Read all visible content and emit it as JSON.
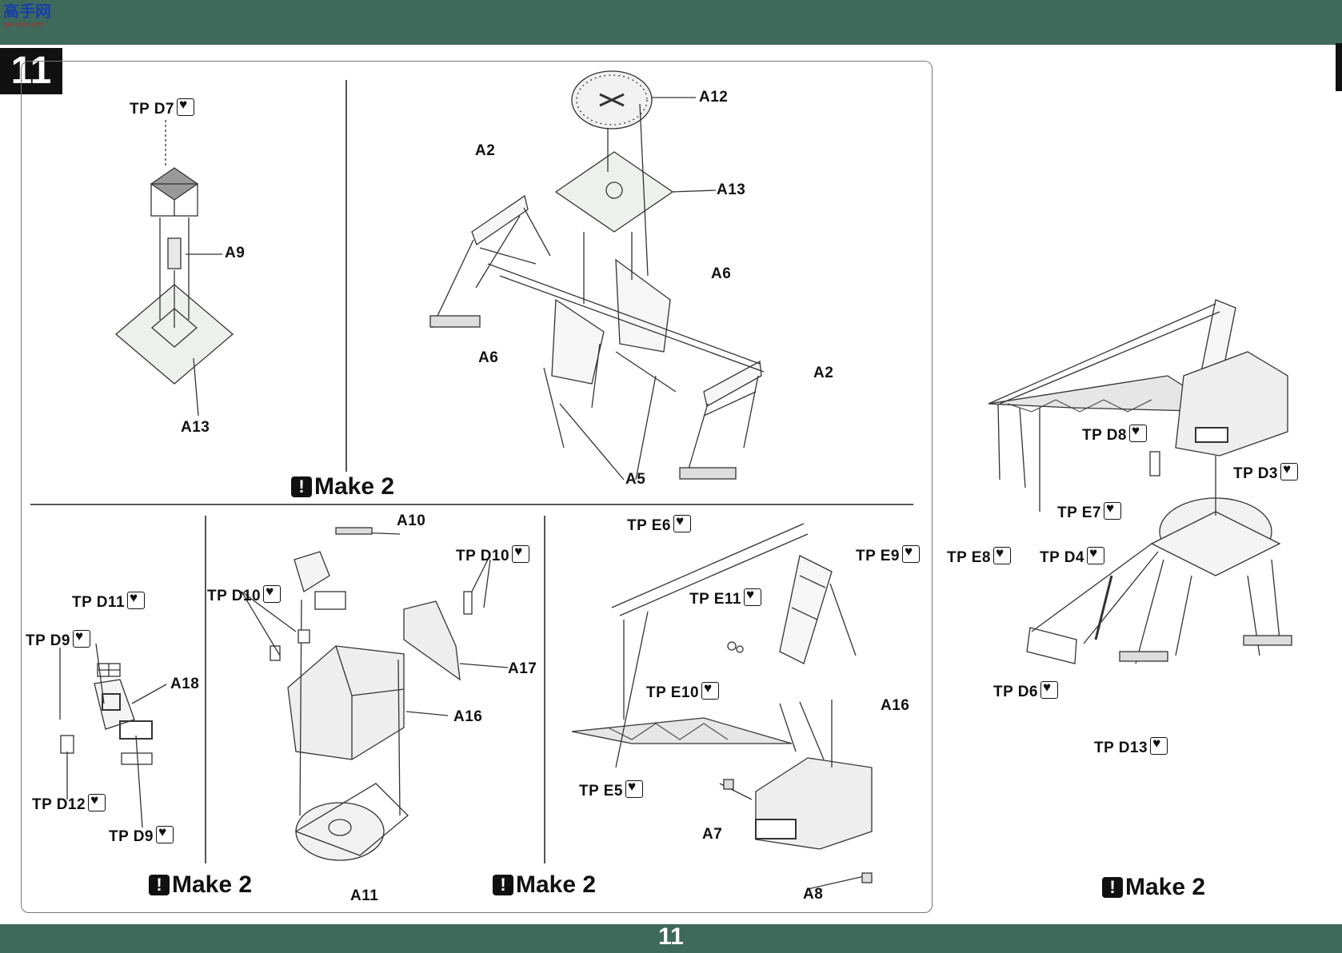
{
  "header": {
    "logo_main": "高手网",
    "logo_sub": "gao-shou.com"
  },
  "step": {
    "number": "11"
  },
  "page": {
    "number": "11"
  },
  "notes": {
    "make": "Make 2",
    "make_icon": "!"
  },
  "labels": {
    "tp_d7": "TP D7",
    "a9": "A9",
    "a13_left": "A13",
    "a12": "A12",
    "a2_top": "A2",
    "a13_mid": "A13",
    "a6_right": "A6",
    "a6_left": "A6",
    "a2_right": "A2",
    "a5": "A5",
    "tp_d11": "TP D11",
    "tp_d9_top": "TP D9",
    "a18": "A18",
    "tp_d12": "TP D12",
    "tp_d9_bottom": "TP D9",
    "a10": "A10",
    "tp_d10_left": "TP D10",
    "tp_d10_right": "TP D10",
    "a17": "A17",
    "a16_mid": "A16",
    "a11": "A11",
    "tp_e6": "TP E6",
    "tp_e9": "TP E9",
    "tp_e11": "TP E11",
    "tp_e10": "TP E10",
    "a16_right": "A16",
    "tp_e5": "TP E5",
    "a7": "A7",
    "a8": "A8",
    "tp_d8": "TP D8",
    "tp_d3": "TP D3",
    "tp_e7": "TP E7",
    "tp_e8": "TP E8",
    "tp_d4": "TP D4",
    "tp_d6": "TP D6",
    "tp_d13": "TP D13"
  }
}
